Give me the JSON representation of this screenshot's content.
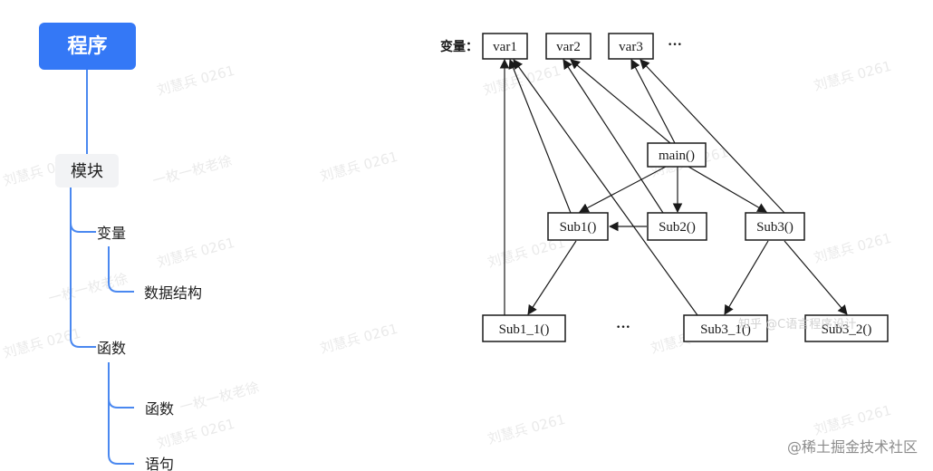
{
  "mindmap": {
    "root": "程序",
    "module": "模块",
    "variable": "变量",
    "data_structure": "数据结构",
    "function_group": "函数",
    "function": "函数",
    "statement": "语句"
  },
  "diagram": {
    "var_label": "变量：",
    "vars": [
      "var1",
      "var2",
      "var3"
    ],
    "vars_more": "···",
    "main": "main()",
    "subs": [
      "Sub1()",
      "Sub2()",
      "Sub3()"
    ],
    "leaves": [
      "Sub1_1()",
      "Sub3_1()",
      "Sub3_2()"
    ],
    "leaves_more": "···"
  },
  "watermark": {
    "brand": "@稀土掘金技术社区",
    "repeat_text": "刘慧兵 0261",
    "author_text": "一枚一枚老徐",
    "overlay_text": "知乎 @C语言程序设计"
  },
  "colors": {
    "root_fill": "#3478f6",
    "tree_line": "#4a88f0",
    "module_fill": "#f2f3f5",
    "diagram_stroke": "#1a1a1a"
  }
}
